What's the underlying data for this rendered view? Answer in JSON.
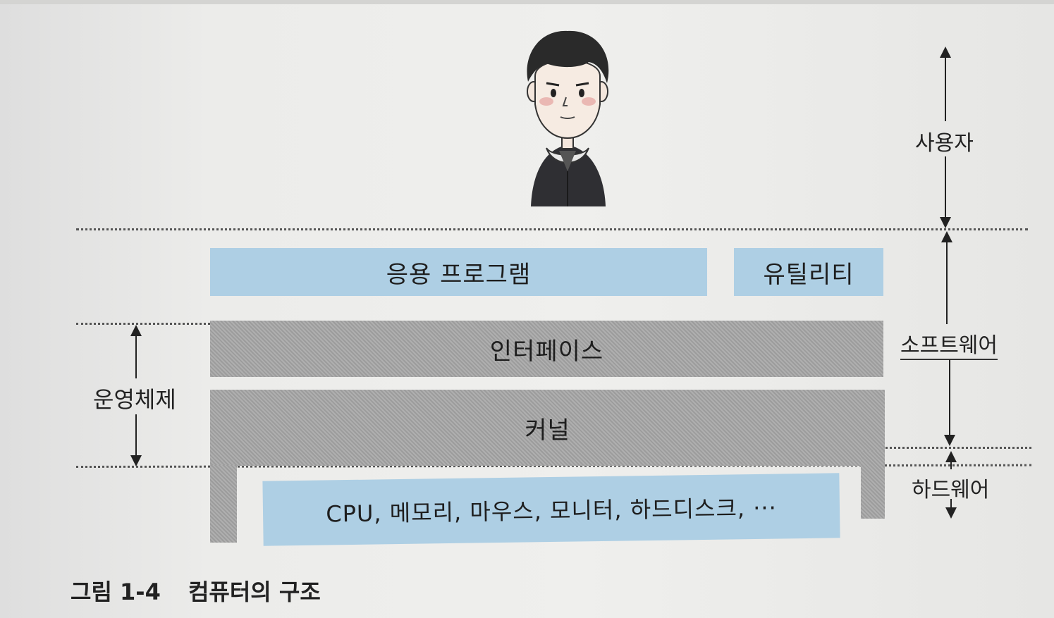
{
  "diagram": {
    "layers": {
      "application": "응용 프로그램",
      "utility": "유틸리티",
      "interface": "인터페이스",
      "kernel": "커널",
      "hardware_items": "CPU, 메모리, 마우스, 모니터, 하드디스크, ···"
    },
    "side_labels": {
      "user": "사용자",
      "software": "소프트웨어",
      "hardware": "하드웨어",
      "os": "운영체제"
    },
    "figure_caption": {
      "number": "그림 1-4",
      "title": "컴퓨터의 구조"
    }
  },
  "colors": {
    "blue_block": "#aecfe4",
    "gray_block": "#a6a6a6"
  }
}
